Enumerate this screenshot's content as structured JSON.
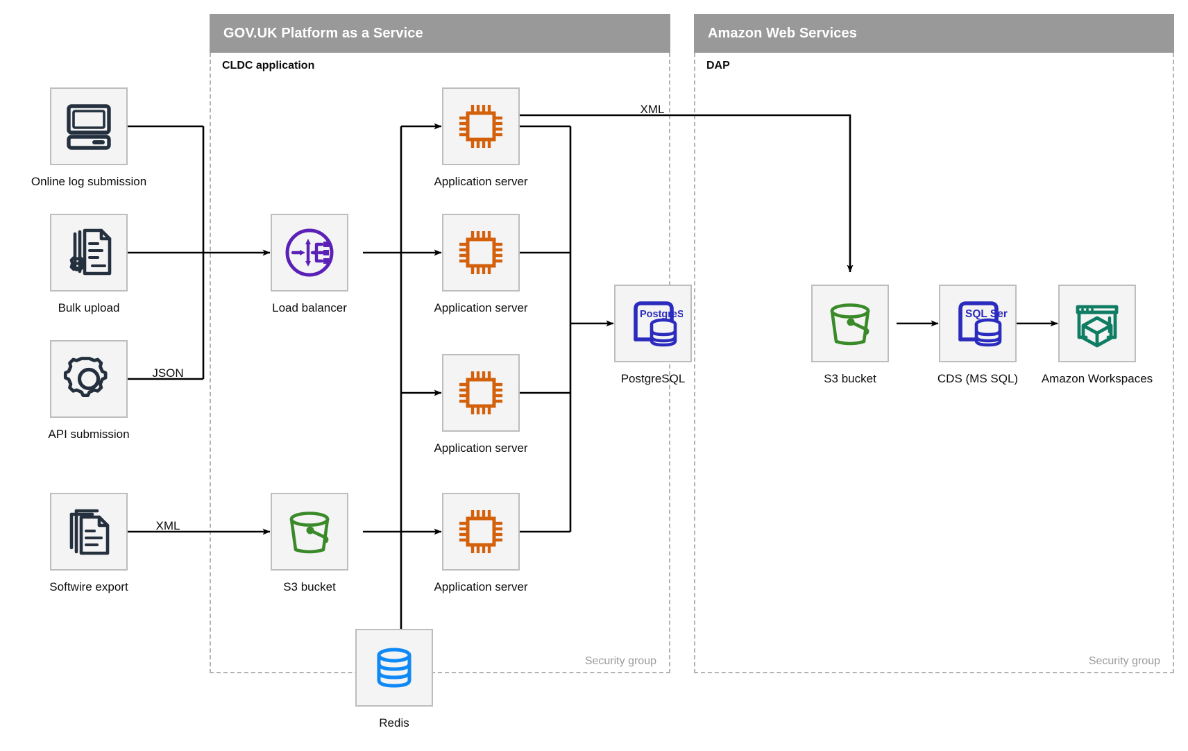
{
  "zones": [
    {
      "id": "paas",
      "title": "GOV.UK Platform as a Service",
      "sublabel": "CLDC application",
      "security_label": "Security group"
    },
    {
      "id": "aws",
      "title": "Amazon Web Services",
      "sublabel": "DAP",
      "security_label": "Security group"
    }
  ],
  "nodes": [
    {
      "id": "online-log-submission",
      "label": "Online log submission",
      "icon": "desktop-computer-icon"
    },
    {
      "id": "bulk-upload",
      "label": "Bulk upload",
      "icon": "document-gear-icon"
    },
    {
      "id": "api-submission",
      "label": "API submission",
      "icon": "gear-icon"
    },
    {
      "id": "softwire-export",
      "label": "Softwire export",
      "icon": "documents-stack-icon"
    },
    {
      "id": "load-balancer",
      "label": "Load balancer",
      "icon": "load-balancer-icon"
    },
    {
      "id": "s3-bucket-paas",
      "label": "S3 bucket",
      "icon": "bucket-icon"
    },
    {
      "id": "redis",
      "label": "Redis",
      "icon": "database-icon"
    },
    {
      "id": "app-server-1",
      "label": "Application server",
      "icon": "cpu-chip-icon"
    },
    {
      "id": "app-server-2",
      "label": "Application server",
      "icon": "cpu-chip-icon"
    },
    {
      "id": "app-server-3",
      "label": "Application server",
      "icon": "cpu-chip-icon"
    },
    {
      "id": "app-server-4",
      "label": "Application server",
      "icon": "cpu-chip-icon"
    },
    {
      "id": "postgresql",
      "label": "PostgreSQL",
      "icon": "postgresql-icon",
      "badge": "PostgreSQL"
    },
    {
      "id": "s3-bucket-aws",
      "label": "S3 bucket",
      "icon": "bucket-icon"
    },
    {
      "id": "cds-ms-sql",
      "label": "CDS (MS SQL)",
      "icon": "sql-server-icon",
      "badge": "SQL Server"
    },
    {
      "id": "amazon-workspaces",
      "label": "Amazon Workspaces",
      "icon": "workspaces-icon"
    }
  ],
  "edge_labels": [
    {
      "id": "json-label",
      "text": "JSON"
    },
    {
      "id": "xml-source-label",
      "text": "XML"
    },
    {
      "id": "xml-cross-label",
      "text": "XML"
    }
  ],
  "colors": {
    "zone_header_bg": "#999999",
    "zone_header_text": "#ffffff",
    "dashed_border": "#b3b3b3",
    "node_bg": "#f4f4f4",
    "node_border": "#bdbdbd",
    "text": "#0b0c0c",
    "muted_text": "#9a9a9a",
    "connector": "#000000",
    "icon_dark": "#25303f",
    "icon_orange": "#d3610c",
    "icon_purple": "#5b21b6",
    "icon_blue": "#2b2bbd",
    "icon_green": "#3a8a2a",
    "icon_redis_blue": "#0f89f5",
    "icon_teal": "#0e7d63"
  }
}
